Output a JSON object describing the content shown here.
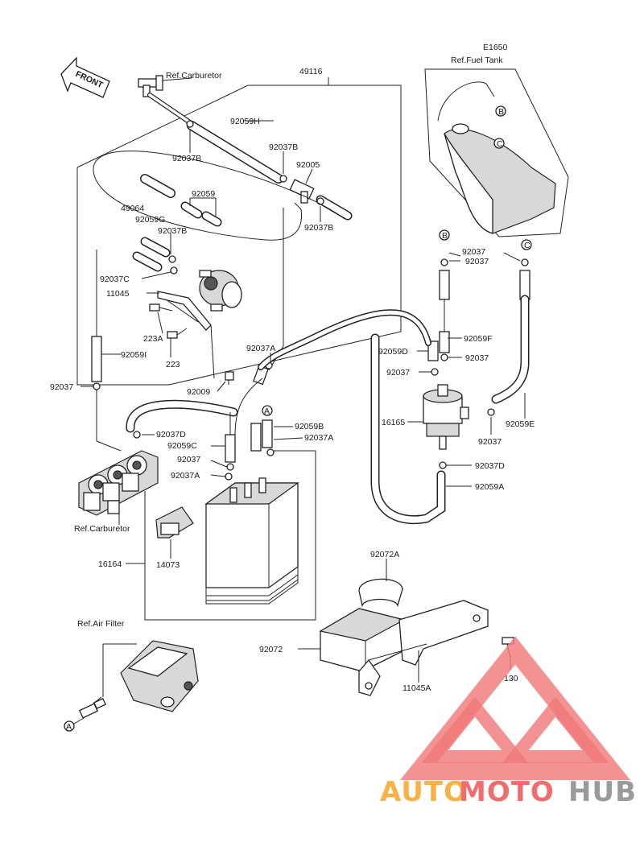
{
  "diagram": {
    "code": "E1650",
    "front_label": "FRONT",
    "refs": {
      "carburetor_top": "Ref.Carburetor",
      "fuel_tank": "Ref.Fuel Tank",
      "carburetor_bottom": "Ref.Carburetor",
      "air_filter": "Ref.Air Filter"
    },
    "circle_markers": {
      "a": "A",
      "b": "B",
      "c": "C"
    },
    "parts": {
      "p49116": "49116",
      "p92059H": "92059H",
      "p92037B_1": "92037B",
      "p92037B_2": "92037B",
      "p92005": "92005",
      "p92037B_3": "92037B",
      "p49064": "49064",
      "p92059": "92059",
      "p92059G": "92059G",
      "p92037B_4": "92037B",
      "p92037C": "92037C",
      "p11045": "11045",
      "p223A": "223A",
      "p223": "223",
      "p92059I": "92059I",
      "p92037_L": "92037",
      "p92009": "92009",
      "p92037A_1": "92037A",
      "p92037D_L": "92037D",
      "p92059C": "92059C",
      "p92037_mid": "92037",
      "p92037A_2": "92037A",
      "p92059B": "92059B",
      "p92037A_3": "92037A",
      "p16164": "16164",
      "p14073": "14073",
      "p92037_R1": "92037",
      "p92037_R2": "92037",
      "p92059D": "92059D",
      "p92059F": "92059F",
      "p92037_R3": "92037",
      "p92037_R4": "92037",
      "p16165": "16165",
      "p92059E": "92059E",
      "p92037_R5": "92037",
      "p92037D_R": "92037D",
      "p92059A": "92059A",
      "p92072A": "92072A",
      "p92072": "92072",
      "p11045A": "11045A",
      "p130": "130"
    }
  },
  "watermark": {
    "auto": "AUTO",
    "moto": "MOTO",
    "hub": "HUB"
  }
}
